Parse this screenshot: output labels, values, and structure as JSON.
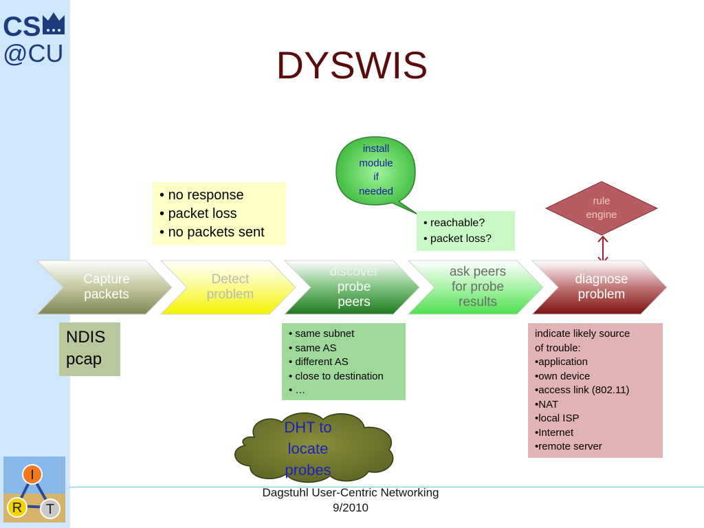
{
  "title": "DYSWIS",
  "footer": {
    "line1": "Dagstuhl User-Centric Networking",
    "line2": "9/2010"
  },
  "logo_cs": {
    "top": "CS",
    "bottom": "@CU"
  },
  "logo_irt": {
    "letters": [
      "I",
      "R",
      "T"
    ]
  },
  "pipeline": [
    {
      "lines": [
        "Capture",
        "packets"
      ]
    },
    {
      "lines": [
        "Detect",
        "problem"
      ]
    },
    {
      "lines": [
        "discover",
        "probe",
        "peers"
      ]
    },
    {
      "lines": [
        "ask peers",
        "for probe",
        "results"
      ]
    },
    {
      "lines": [
        "diagnose",
        "problem"
      ]
    }
  ],
  "detect_box": {
    "items": [
      "no response",
      "packet loss",
      "no packets sent"
    ]
  },
  "reach_box": {
    "items": [
      "reachable?",
      "packet loss?"
    ]
  },
  "capture_box": {
    "lines": [
      "NDIS",
      "pcap"
    ]
  },
  "discover_box": {
    "items": [
      "same subnet",
      "same AS",
      "different AS",
      "close to destination",
      "…"
    ]
  },
  "diagnose_box": {
    "intro": [
      "indicate likely source",
      "of trouble:"
    ],
    "items": [
      "application",
      "own device",
      "access link (802.11)",
      "NAT",
      "local ISP",
      "Internet",
      "remote server"
    ]
  },
  "install_bubble": {
    "lines": [
      "install",
      "module",
      "if",
      "needed"
    ]
  },
  "rule_engine": {
    "lines": [
      "rule",
      "engine"
    ]
  },
  "dht_cloud": {
    "lines": [
      "DHT to",
      "locate",
      "probes"
    ]
  },
  "colors": {
    "title": "#5a0c0c",
    "sidebar": "#cfe6fb",
    "capture": "#8f9566",
    "detect": "#fbfb1e",
    "discover": "#2c8a2c",
    "ask": "#57e657",
    "diagnose": "#8a1a1a"
  }
}
